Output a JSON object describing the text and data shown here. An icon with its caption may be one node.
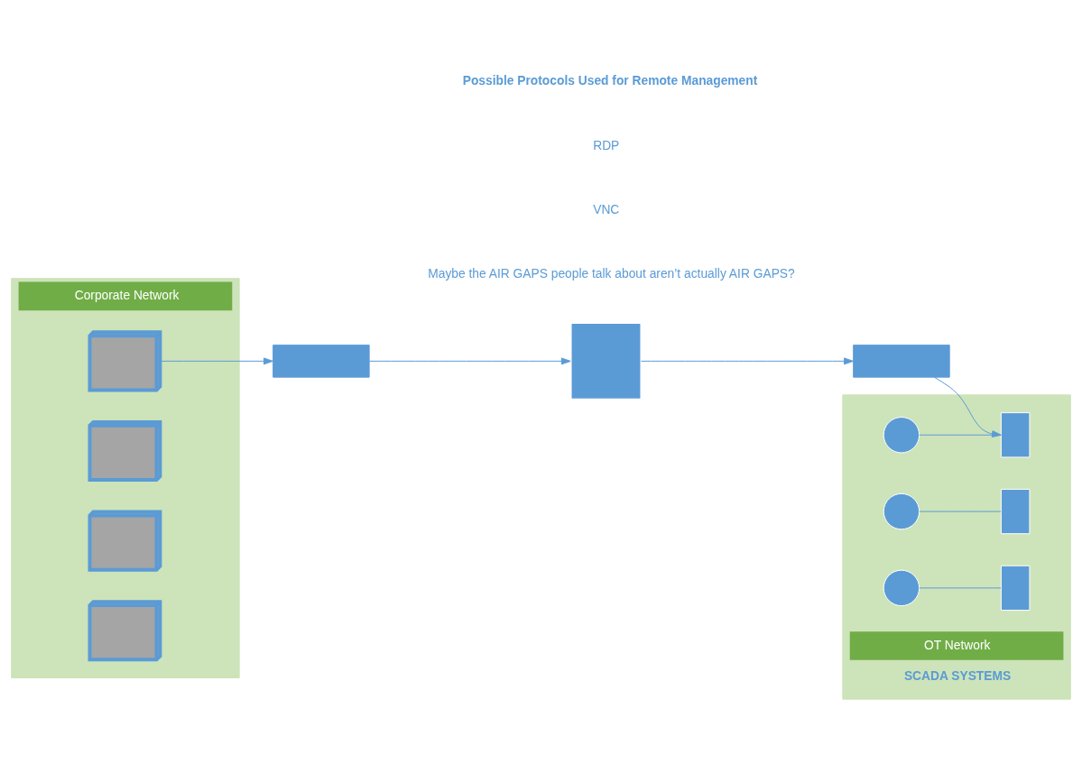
{
  "diagram": {
    "nodes": [
      {
        "text": [
          "Corporate Network"
        ]
      },
      {
        "text": [],
        "shape": "computer",
        "in": 0
      },
      {
        "text": [],
        "shape": "computer",
        "in": 0
      },
      {
        "text": [],
        "shape": "computer",
        "in": 0
      },
      {
        "text": [],
        "shape": "computer",
        "in": 0
      },
      {
        "text": [],
        "shape": "router"
      },
      {
        "text": [],
        "shape": "firewall"
      },
      {
        "text": [],
        "shape": "router"
      },
      {
        "text": [
          "OT Network",
          "SCADA SYSTEMS"
        ]
      },
      {
        "text": [],
        "shape": "hierarchy",
        "in": 8
      },
      {
        "text": [],
        "shape": "hierarchy",
        "in": 8
      },
      {
        "text": [],
        "shape": "hierarchy",
        "in": 8
      },
      {
        "text": [],
        "shape": "server",
        "in": 8
      },
      {
        "text": [],
        "shape": "server",
        "in": 8
      },
      {
        "text": [],
        "shape": "server",
        "in": 8
      }
    ],
    "edges": [
      {
        "from": 1,
        "to": 5,
        "arrow": "to"
      },
      {
        "from": 5,
        "to": 6,
        "arrow": "to"
      },
      {
        "from": 6,
        "to": 7,
        "arrow": "to"
      },
      {
        "from": 7,
        "to": 12,
        "arrow": "to"
      },
      {
        "from": 9,
        "to": 12,
        "arrow": "none"
      },
      {
        "from": 10,
        "to": 13,
        "arrow": "none"
      },
      {
        "from": 11,
        "to": 14,
        "arrow": "none"
      }
    ],
    "labels": [
      "Possible Protocols Used for Remote Management",
      "RDP",
      "VNC",
      "Maybe the AIR GAPS people talk about aren’t actually AIR GAPS?"
    ]
  }
}
